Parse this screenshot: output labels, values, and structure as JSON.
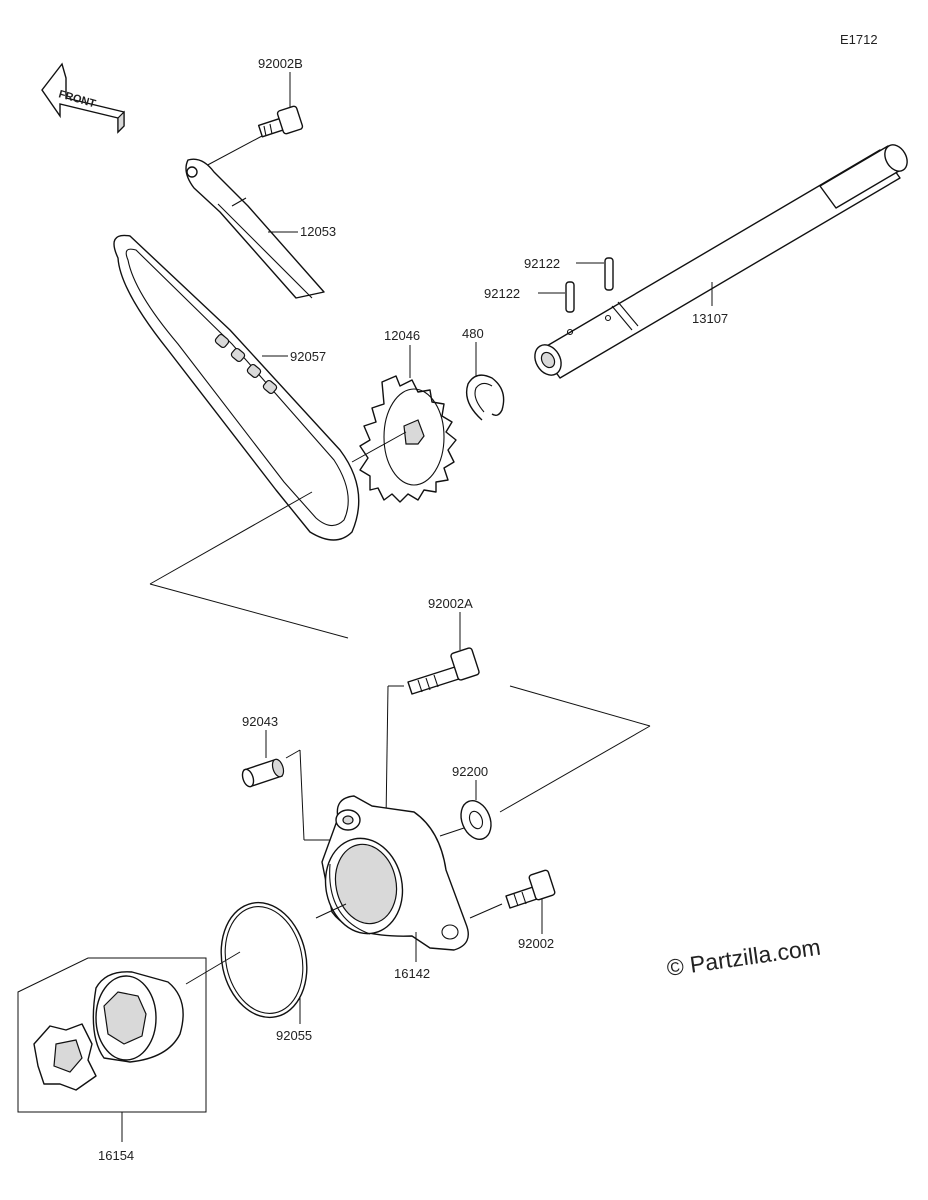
{
  "diagram_code": "E1712",
  "front_arrow_label": "FRONT",
  "watermark": "© Partzilla.com",
  "parts": [
    {
      "id": "p92002b",
      "number": "92002B"
    },
    {
      "id": "p12053",
      "number": "12053"
    },
    {
      "id": "p92057",
      "number": "92057"
    },
    {
      "id": "p12046",
      "number": "12046"
    },
    {
      "id": "p480",
      "number": "480"
    },
    {
      "id": "p92122a",
      "number": "92122"
    },
    {
      "id": "p92122b",
      "number": "92122"
    },
    {
      "id": "p13107",
      "number": "13107"
    },
    {
      "id": "p92002a",
      "number": "92002A"
    },
    {
      "id": "p92043",
      "number": "92043"
    },
    {
      "id": "p92200",
      "number": "92200"
    },
    {
      "id": "p92002",
      "number": "92002"
    },
    {
      "id": "p16142",
      "number": "16142"
    },
    {
      "id": "p92055",
      "number": "92055"
    },
    {
      "id": "p16154",
      "number": "16154"
    }
  ]
}
